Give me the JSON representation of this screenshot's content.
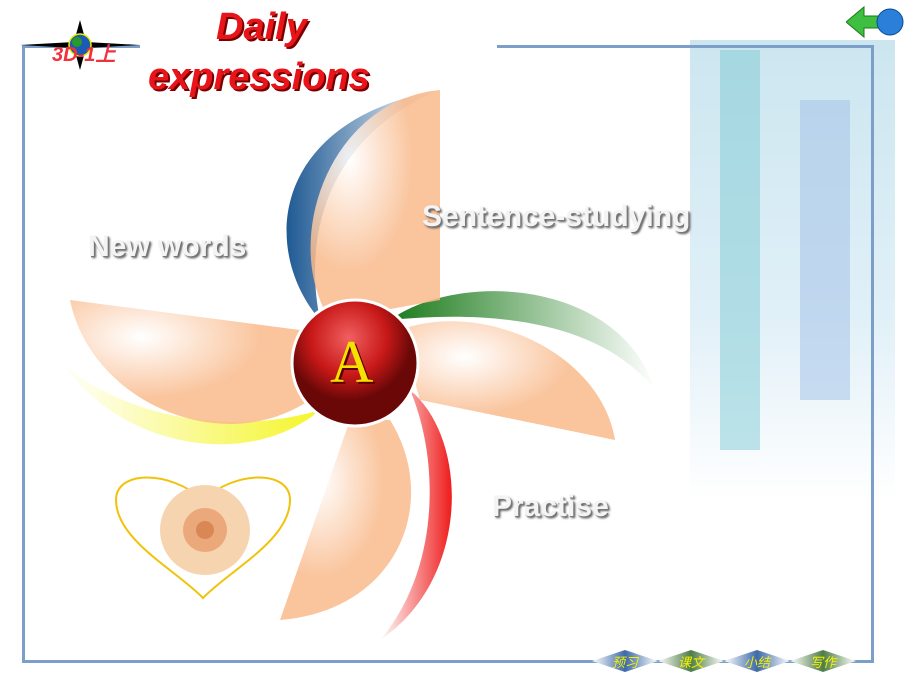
{
  "logo": {
    "text": "3D-1上"
  },
  "title": {
    "line1": "Daily",
    "line2": "expressions"
  },
  "center_badge": "A",
  "petals": {
    "new_words": "New words",
    "sentence": "Sentence-studying",
    "practise": "Practise"
  },
  "nav": [
    {
      "label": "预习",
      "color": "#3d6aa8"
    },
    {
      "label": "课文",
      "color": "#4f7d45"
    },
    {
      "label": "小结",
      "color": "#3d6aa8"
    },
    {
      "label": "写作",
      "color": "#4f7d45"
    }
  ],
  "colors": {
    "accent": "#e8141a",
    "frame": "#7b9fc8"
  }
}
